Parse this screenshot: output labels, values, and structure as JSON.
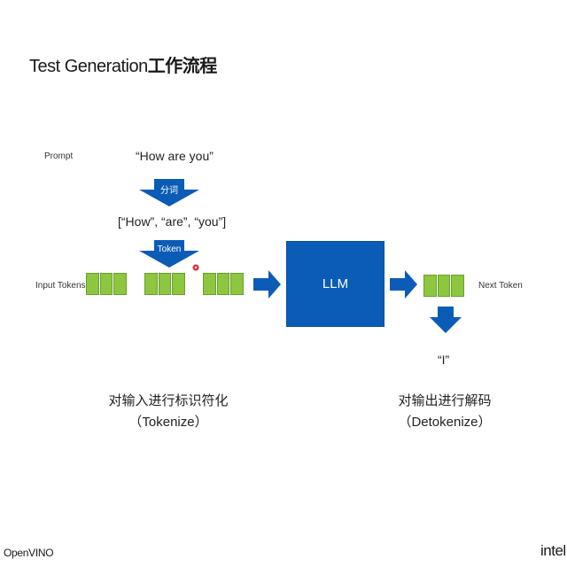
{
  "title": {
    "en": "Test Generation",
    "cn": "工作流程"
  },
  "prompt": {
    "label": "Prompt",
    "text": "“How are you”"
  },
  "tokenize_arrow": {
    "label": "分词"
  },
  "tokens_list": "[“How”, “are”, “you”]",
  "token_arrow": {
    "label": "Token"
  },
  "input_tokens": {
    "label": "Input Tokens",
    "groups": [
      3,
      3,
      3
    ]
  },
  "llm": {
    "label": "LLM"
  },
  "next_token": {
    "label": "Next Token",
    "cells": 3
  },
  "output_text": "“I”",
  "caption_left": {
    "line1": "对输入进行标识符化",
    "line2": "（Tokenize）"
  },
  "caption_right": {
    "line1": "对输出进行解码",
    "line2": "（Detokenize）"
  },
  "footer": {
    "openvino": "OpenVINO",
    "intel": "intel."
  },
  "colors": {
    "token_fill": "#8dc63f",
    "arrow_blue": "#0b5cb6",
    "llm_fill": "#0b5cb6",
    "cursor_dot": "#e0202a"
  }
}
